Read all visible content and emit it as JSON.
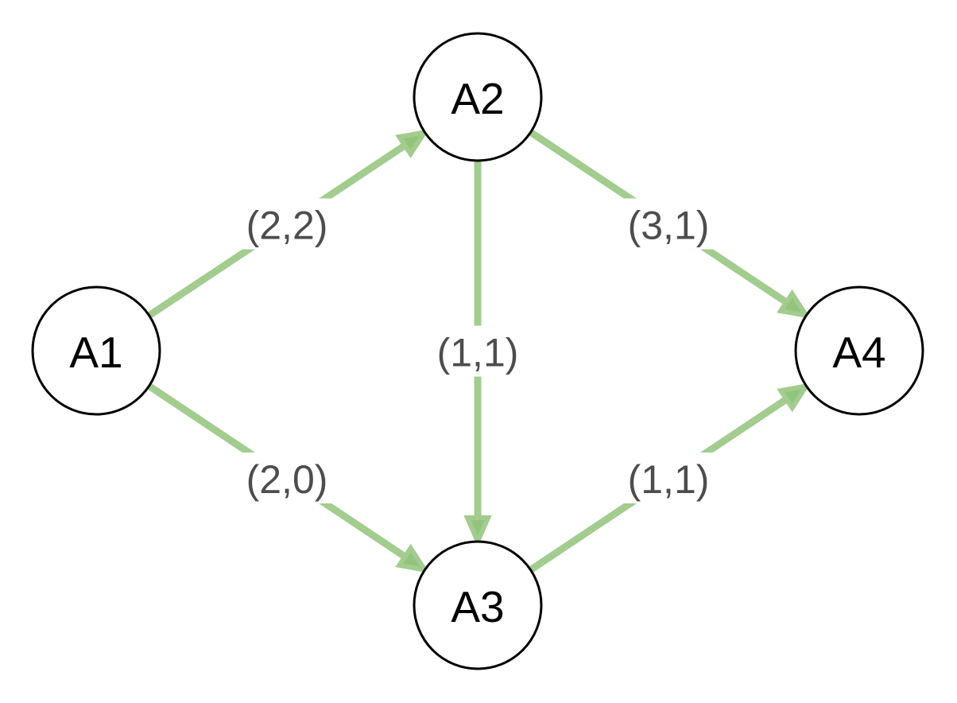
{
  "colors": {
    "edge": "#a3cc8f",
    "arrow_fill": "#93c47d",
    "edge_label": "#4d4d4d"
  },
  "nodes": [
    {
      "id": "A1",
      "label": "A1"
    },
    {
      "id": "A2",
      "label": "A2"
    },
    {
      "id": "A3",
      "label": "A3"
    },
    {
      "id": "A4",
      "label": "A4"
    }
  ],
  "edges": [
    {
      "from": "A1",
      "to": "A2",
      "label": "(2,2)"
    },
    {
      "from": "A1",
      "to": "A3",
      "label": "(2,0)"
    },
    {
      "from": "A2",
      "to": "A3",
      "label": "(1,1)"
    },
    {
      "from": "A2",
      "to": "A4",
      "label": "(3,1)"
    },
    {
      "from": "A3",
      "to": "A4",
      "label": "(1,1)"
    }
  ]
}
